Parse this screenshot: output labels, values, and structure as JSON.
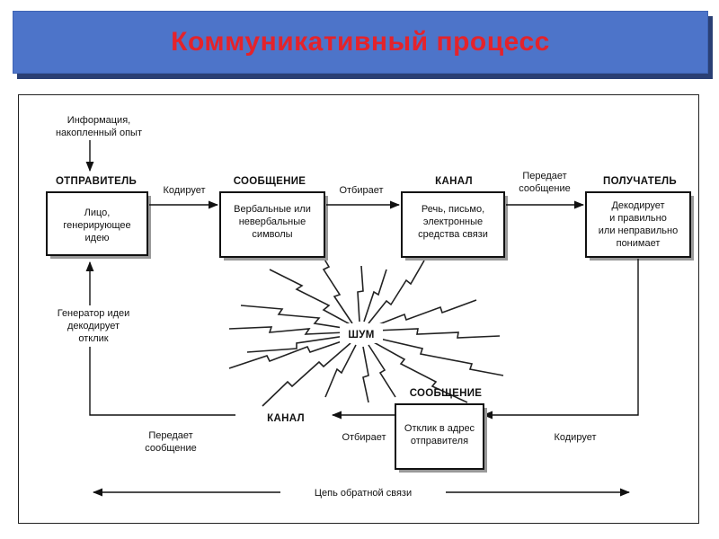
{
  "title": "Коммуникативный процесс",
  "diagram": {
    "source_label": [
      "Информация,",
      "накопленный опыт"
    ],
    "sender_header": "ОТПРАВИТЕЛЬ",
    "sender_box": [
      "Лицо,",
      "генерирующее",
      "идею"
    ],
    "encode_top": "Кодирует",
    "message_header": "СООБЩЕНИЕ",
    "message_box": [
      "Вербальные или",
      "невербальные",
      "символы"
    ],
    "select_top": "Отбирает",
    "channel_header": "КАНАЛ",
    "channel_box": [
      "Речь, письмо,",
      "электронные",
      "средства связи"
    ],
    "transmit_top": [
      "Передает",
      "сообщение"
    ],
    "receiver_header": "ПОЛУЧАТЕЛЬ",
    "receiver_box": [
      "Декодирует",
      "и правильно",
      "или неправильно",
      "понимает"
    ],
    "noise_label": "ШУМ",
    "idea_generator": [
      "Генератор идеи",
      "декодирует",
      "отклик"
    ],
    "response_header": "СООБЩЕНИЕ",
    "response_box": [
      "Отклик в адрес",
      "отправителя"
    ],
    "encode_bottom": "Кодирует",
    "select_bottom": "Отбирает",
    "channel_bottom": "КАНАЛ",
    "transmit_bottom": [
      "Передает",
      "сообщение"
    ],
    "feedback_loop": "Цепь обратной связи"
  }
}
